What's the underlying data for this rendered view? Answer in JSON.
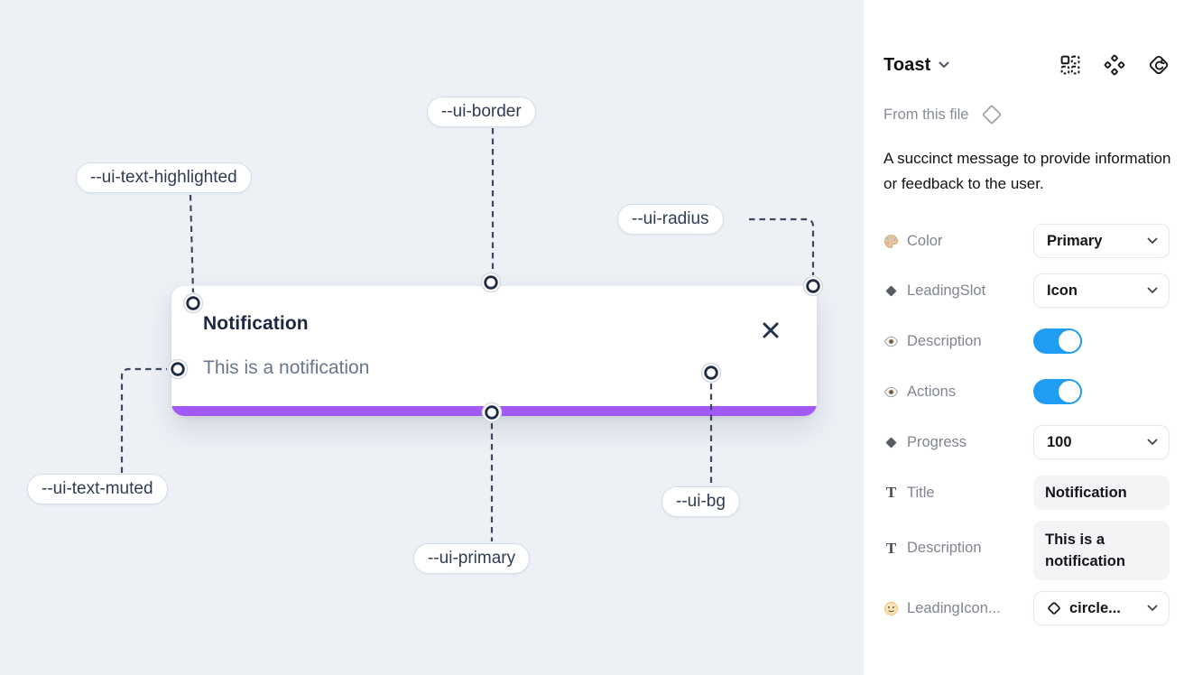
{
  "canvas": {
    "toast": {
      "title": "Notification",
      "description": "This is a notification"
    },
    "annotations": [
      {
        "label": "--ui-text-highlighted"
      },
      {
        "label": "--ui-border"
      },
      {
        "label": "--ui-radius"
      },
      {
        "label": "--ui-text-muted"
      },
      {
        "label": "--ui-primary"
      },
      {
        "label": "--ui-bg"
      }
    ]
  },
  "panel": {
    "title": "Toast",
    "source_label": "From this file",
    "description": "A succinct message to provide information or feedback to the user.",
    "properties": [
      {
        "label": "Color",
        "control": "select",
        "value": "Primary"
      },
      {
        "label": "LeadingSlot",
        "control": "select",
        "value": "Icon"
      },
      {
        "label": "Description",
        "control": "toggle",
        "value": "on"
      },
      {
        "label": "Actions",
        "control": "toggle",
        "value": "on"
      },
      {
        "label": "Progress",
        "control": "select",
        "value": "100"
      },
      {
        "label": "Title",
        "control": "text",
        "value": "Notification"
      },
      {
        "label": "Description",
        "control": "text",
        "value": "This is a notification"
      },
      {
        "label": "LeadingIcon...",
        "control": "select",
        "value": "circle..."
      }
    ]
  },
  "colors": {
    "primary_bar": "#a259f7",
    "toggle_on": "#1e9df2",
    "canvas_bg": "#edf1f6"
  }
}
